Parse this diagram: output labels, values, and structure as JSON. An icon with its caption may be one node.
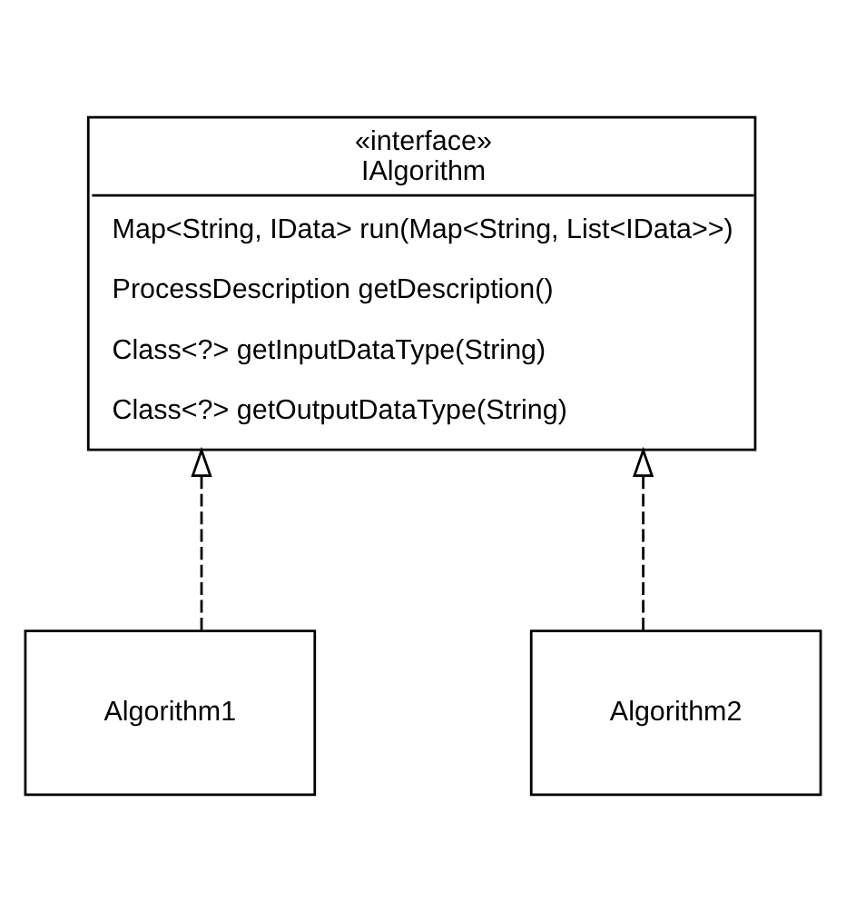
{
  "diagram": {
    "nodes": [
      {
        "text": [
          "«interface»",
          "IAlgorithm",
          "Map<String, IData> run(Map<String, List<IData>>)",
          "ProcessDescription getDescription()",
          "Class<?> getInputDataType(String)",
          "Class<?> getOutputDataType(String)"
        ]
      },
      {
        "text": [
          "Algorithm1"
        ]
      },
      {
        "text": [
          "Algorithm2"
        ]
      }
    ],
    "edges": [
      {
        "from": 1,
        "to": 0,
        "arrow": "to",
        "style": "dashed"
      },
      {
        "from": 2,
        "to": 0,
        "arrow": "to",
        "style": "dashed"
      }
    ]
  }
}
